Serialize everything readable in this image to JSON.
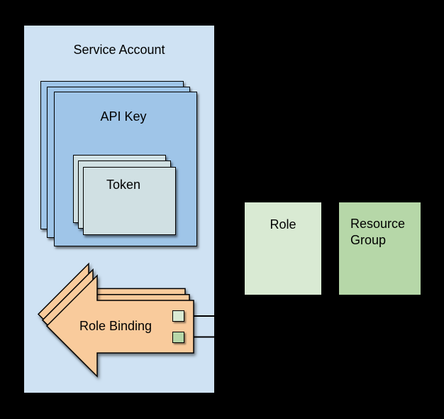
{
  "diagram": {
    "background": "#000000",
    "connector_color": "#000000",
    "text_color": "#000000",
    "service_account": {
      "label": "Service Account",
      "fill": "#cfe2f3"
    },
    "api_key": {
      "label": "API Key",
      "fill": "#9fc5e8",
      "stack_count": 3
    },
    "token": {
      "label": "Token",
      "fill": "#d0e0e3",
      "stack_count": 3
    },
    "role_binding": {
      "label": "Role Binding",
      "fill": "#f9cb9c",
      "stack_count": 3,
      "ports": [
        {
          "name": "role-port",
          "fill": "#d9ead3"
        },
        {
          "name": "resource-group-port",
          "fill": "#b6d7a8"
        }
      ]
    },
    "role": {
      "label": "Role",
      "fill": "#d9ead3"
    },
    "resource_group": {
      "label": "Resource Group",
      "fill": "#b6d7a8"
    }
  }
}
